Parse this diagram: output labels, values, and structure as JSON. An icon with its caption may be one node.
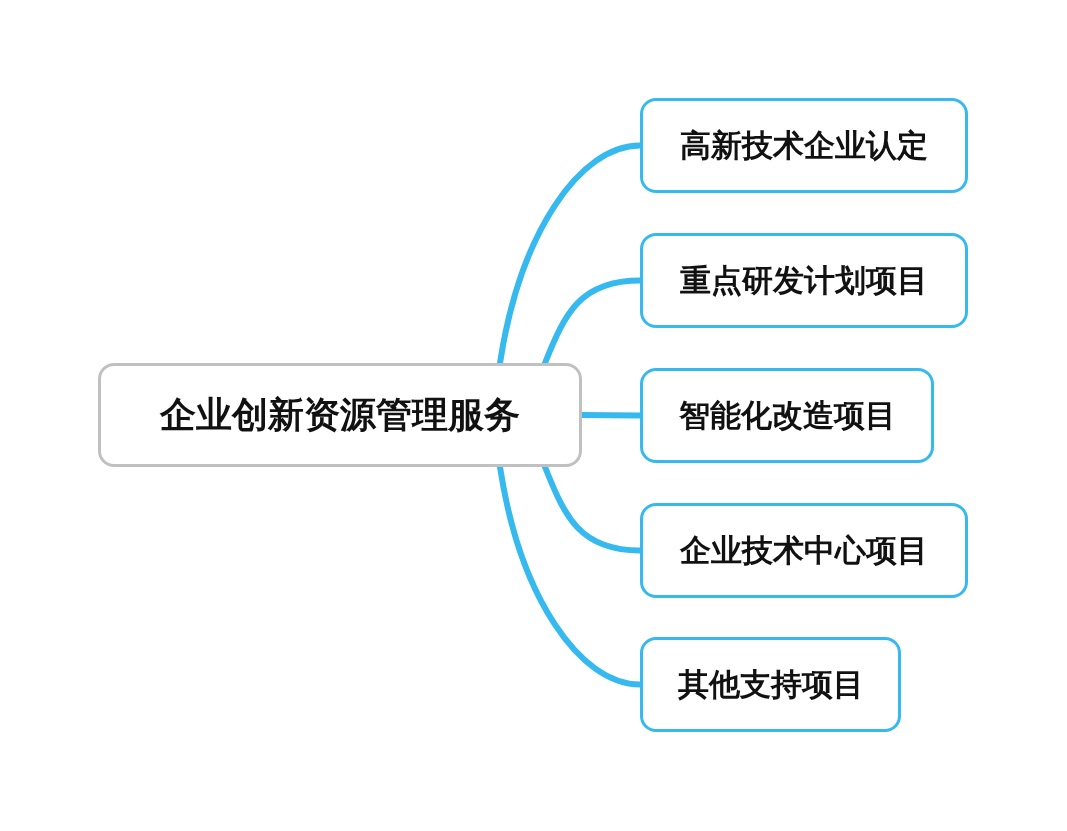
{
  "diagram": {
    "nodes": [
      {
        "text": [
          "企业创新资源管理服务"
        ]
      },
      {
        "text": [
          "高新技术企业认定"
        ]
      },
      {
        "text": [
          "重点研发计划项目"
        ]
      },
      {
        "text": [
          "智能化改造项目"
        ]
      },
      {
        "text": [
          "企业技术中心项目"
        ]
      },
      {
        "text": [
          "其他支持项目"
        ]
      }
    ],
    "edges": [
      {
        "from": 0,
        "to": 1,
        "arrow": "none"
      },
      {
        "from": 0,
        "to": 2,
        "arrow": "none"
      },
      {
        "from": 0,
        "to": 3,
        "arrow": "none"
      },
      {
        "from": 0,
        "to": 4,
        "arrow": "none"
      },
      {
        "from": 0,
        "to": 5,
        "arrow": "none"
      }
    ]
  }
}
